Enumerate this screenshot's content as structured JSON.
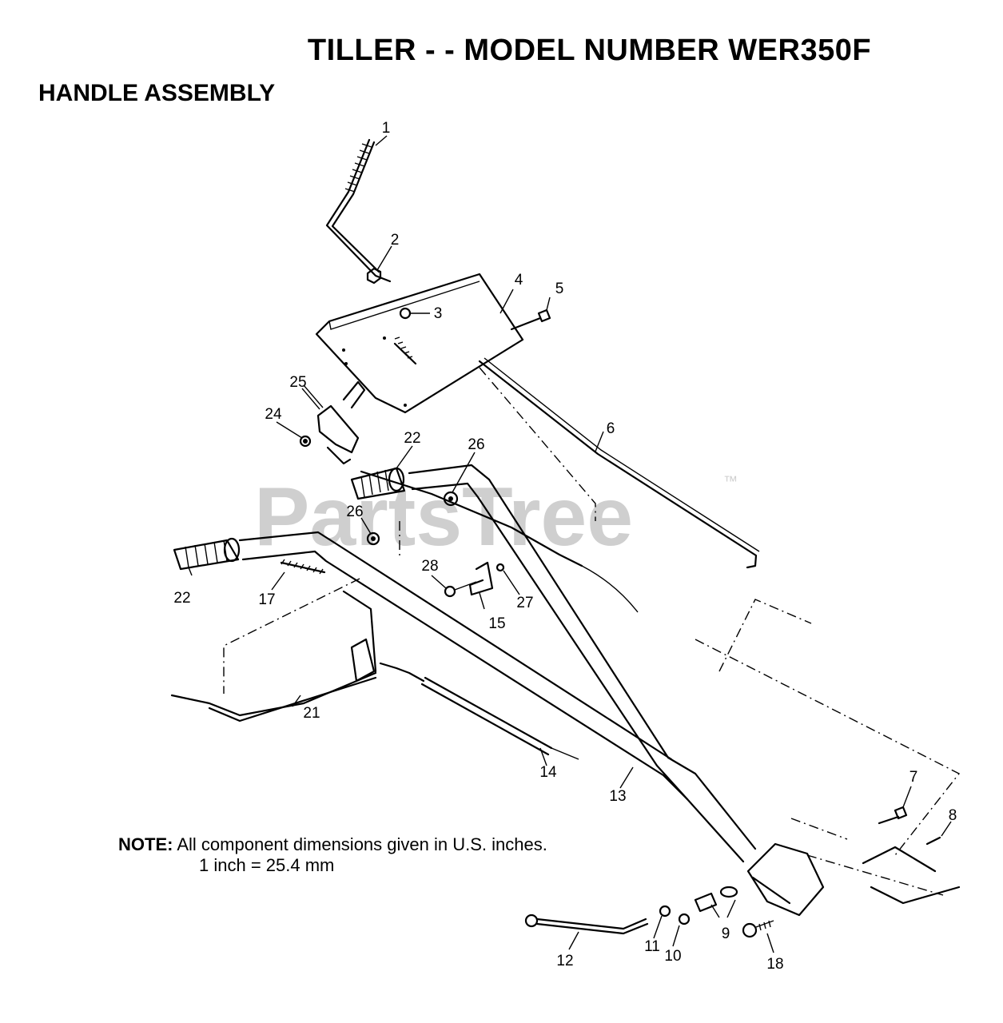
{
  "title": "TILLER - - MODEL NUMBER WER350F",
  "section": "HANDLE ASSEMBLY",
  "note": {
    "label": "NOTE:",
    "line1": "All component dimensions given in U.S. inches.",
    "line2": "1 inch = 25.4 mm"
  },
  "watermark": {
    "text": "PartsTree",
    "tm": "™"
  },
  "callouts": [
    {
      "id": "c1",
      "text": "1"
    },
    {
      "id": "c2",
      "text": "2"
    },
    {
      "id": "c3",
      "text": "3"
    },
    {
      "id": "c4",
      "text": "4"
    },
    {
      "id": "c5",
      "text": "5"
    },
    {
      "id": "c6",
      "text": "6"
    },
    {
      "id": "c7",
      "text": "7"
    },
    {
      "id": "c8",
      "text": "8"
    },
    {
      "id": "c9",
      "text": "9"
    },
    {
      "id": "c10",
      "text": "10"
    },
    {
      "id": "c11",
      "text": "11"
    },
    {
      "id": "c12",
      "text": "12"
    },
    {
      "id": "c13",
      "text": "13"
    },
    {
      "id": "c14",
      "text": "14"
    },
    {
      "id": "c15",
      "text": "15"
    },
    {
      "id": "c17",
      "text": "17"
    },
    {
      "id": "c18",
      "text": "18"
    },
    {
      "id": "c21",
      "text": "21"
    },
    {
      "id": "c22a",
      "text": "22"
    },
    {
      "id": "c22b",
      "text": "22"
    },
    {
      "id": "c24",
      "text": "24"
    },
    {
      "id": "c25",
      "text": "25"
    },
    {
      "id": "c26a",
      "text": "26"
    },
    {
      "id": "c26b",
      "text": "26"
    },
    {
      "id": "c27",
      "text": "27"
    },
    {
      "id": "c28",
      "text": "28"
    }
  ]
}
